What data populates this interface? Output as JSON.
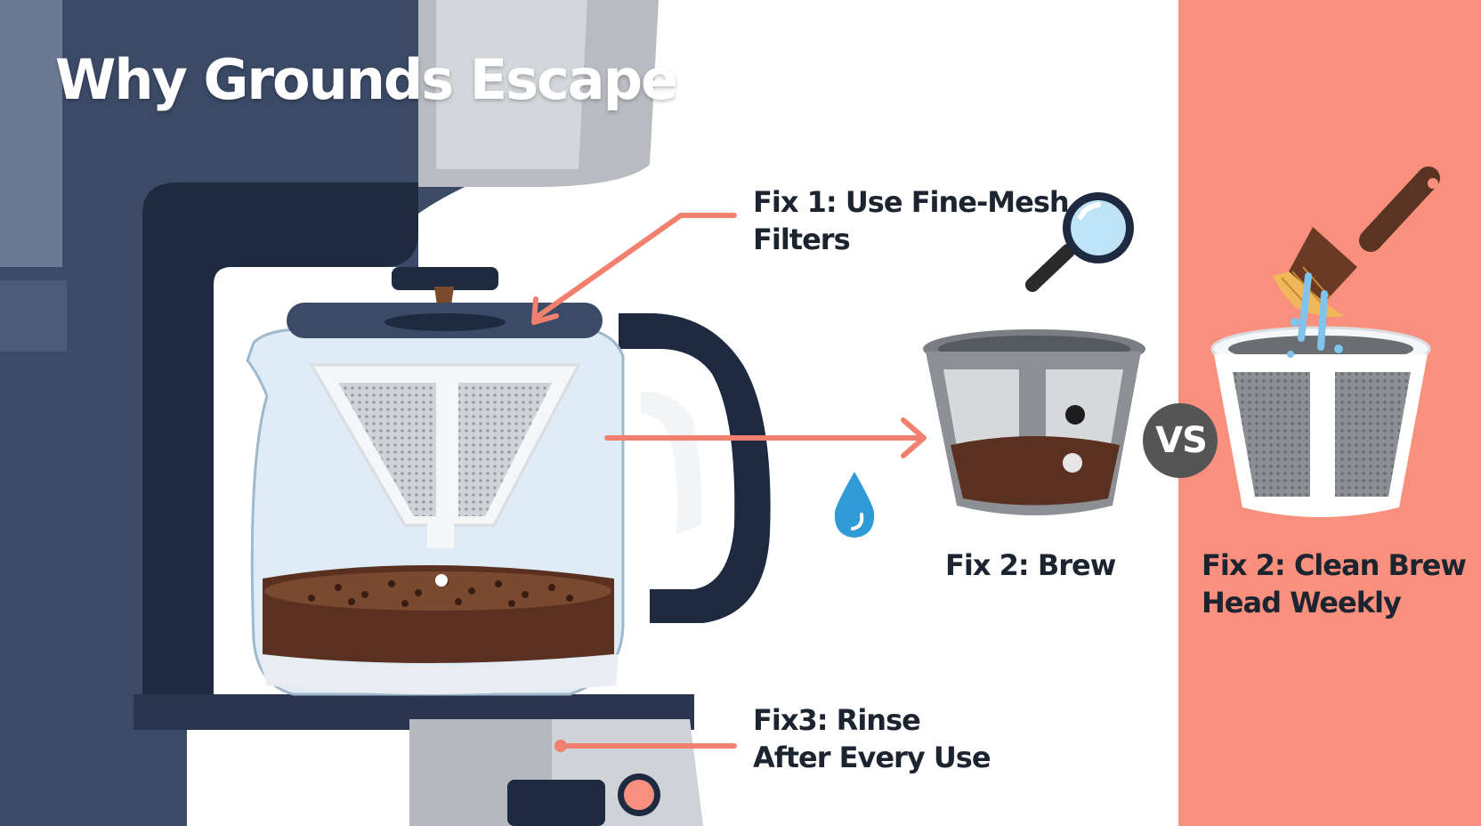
{
  "title": "Why Grounds Escape",
  "labels": {
    "fix1_line1": "Fix 1: Use Fine-Mesh",
    "fix1_line2": "Filters",
    "fix2_brew": "Fix 2: Brew",
    "fix2_clean_line1": "Fix 2: Clean Brew",
    "fix2_clean_line2": "Head Weekly",
    "fix3_line1": "Fix3: Rinse",
    "fix3_line2": "After Every Use",
    "vs": "VS"
  },
  "icons": [
    "magnifier-icon",
    "water-drop-icon",
    "brush-icon"
  ],
  "colors": {
    "machine_body": "#3b4a66",
    "machine_dark": "#1d2a40",
    "accent_salmon": "#f98f7d",
    "arrow": "#f2806f",
    "coffee": "#5a3020",
    "vs_badge": "#555555",
    "water": "#2e9ad6"
  }
}
